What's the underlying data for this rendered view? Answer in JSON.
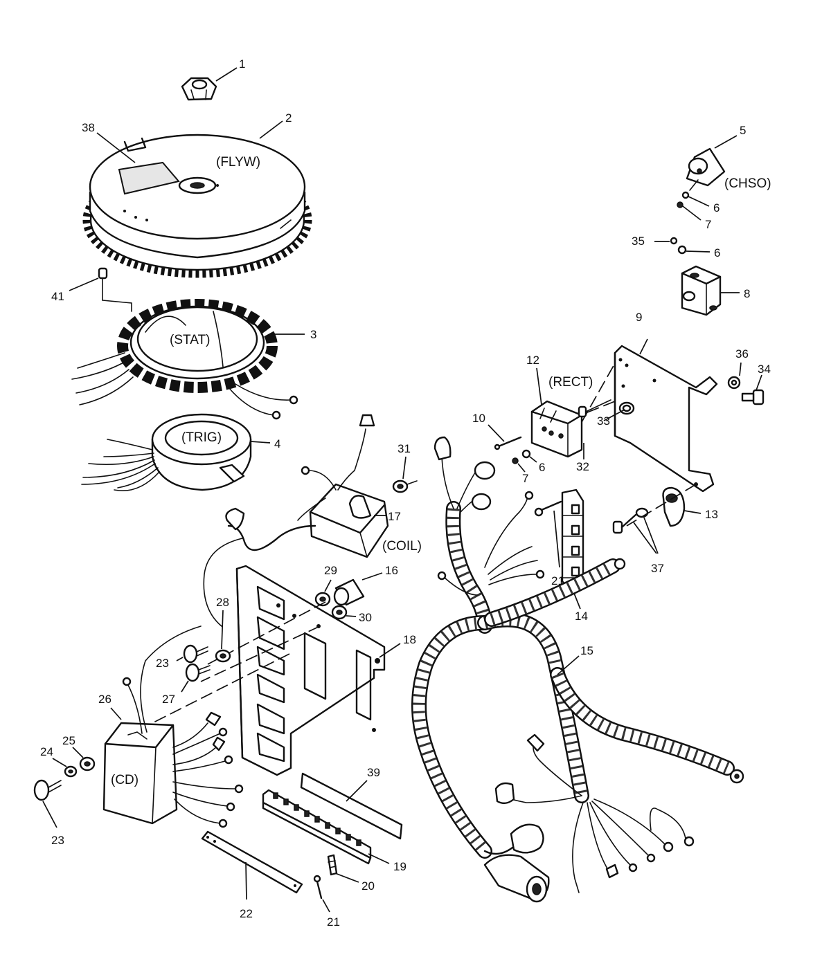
{
  "labels": {
    "flyw": "(FLYW)",
    "stat": "(STAT)",
    "trig": "(TRIG)",
    "chso": "(CHSO)",
    "rect": "(RECT)",
    "coil": "(COIL)",
    "cd": "(CD)"
  },
  "callouts": {
    "c1": "1",
    "c2": "2",
    "c38": "38",
    "c5": "5",
    "c6a": "6",
    "c7a": "7",
    "c35": "35",
    "c6b": "6",
    "c8": "8",
    "c41": "41",
    "c3": "3",
    "c9": "9",
    "c12": "12",
    "c36": "36",
    "c34": "34",
    "c10": "10",
    "c33": "33",
    "c6c": "6",
    "c7b": "7",
    "c32": "32",
    "c4": "4",
    "c31": "31",
    "c17": "17",
    "c13": "13",
    "c21a": "21",
    "c14": "14",
    "c37": "37",
    "c29": "29",
    "c16": "16",
    "c28": "28",
    "c30": "30",
    "c18": "18",
    "c15": "15",
    "c23a": "23",
    "c27": "27",
    "c26": "26",
    "c25": "25",
    "c24": "24",
    "c39": "39",
    "c23b": "23",
    "c19": "19",
    "c20": "20",
    "c22": "22",
    "c21b": "21"
  }
}
